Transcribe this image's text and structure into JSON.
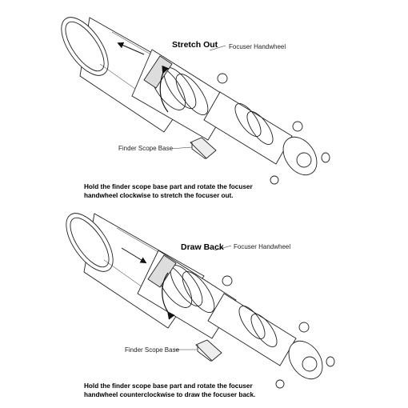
{
  "panels": [
    {
      "action_label": "Stretch Out",
      "handwheel_label": "Focuser Handwheel",
      "base_label": "Finder Scope Base",
      "caption_lines": [
        "Hold the finder scope base part and rotate the focuser",
        "handwheel clockwise to stretch the focuser out."
      ]
    },
    {
      "action_label": "Draw Back",
      "handwheel_label": "Focuser Handwheel",
      "base_label": "Finder Scope Base",
      "caption_lines": [
        "Hold the finder scope base part and rotate the focuser",
        "handwheel counterclockwise to draw the focuser back."
      ]
    }
  ]
}
